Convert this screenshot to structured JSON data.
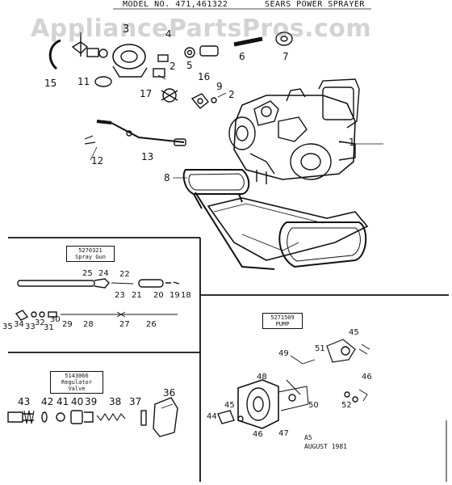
{
  "header": {
    "model": "MODEL NO. 471,461322",
    "title": "SEARS POWER SPRAYER"
  },
  "watermark": "AppliancePartsPros.com",
  "callouts": {
    "top": [
      "1",
      "2",
      "3",
      "4",
      "5",
      "6",
      "7",
      "2",
      "9",
      "11",
      "12",
      "13",
      "15",
      "16",
      "17",
      "8"
    ],
    "spray_gun": [
      "25",
      "24",
      "22",
      "23",
      "21",
      "20",
      "19",
      "18",
      "35",
      "34",
      "33",
      "32",
      "31",
      "30",
      "29",
      "28",
      "27",
      "26"
    ],
    "regulator": [
      "43",
      "42",
      "41",
      "40",
      "39",
      "38",
      "37",
      "36"
    ],
    "pump": [
      "45",
      "49",
      "51",
      "48",
      "46",
      "50",
      "52",
      "44",
      "45",
      "46",
      "47"
    ]
  },
  "part_boxes": {
    "spray_gun": {
      "number": "5270321",
      "name": "Spray Gun"
    },
    "pump": {
      "number": "5271509",
      "name": "PUMP"
    },
    "regulator": {
      "number": "5143066",
      "name": "Regulator Valve"
    }
  },
  "footer": {
    "code": "A5",
    "date": "AUGUST 1981"
  }
}
